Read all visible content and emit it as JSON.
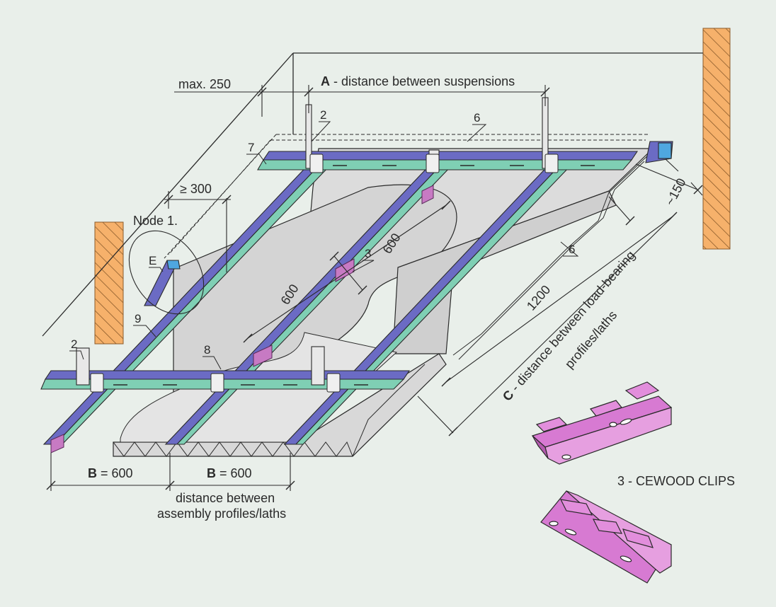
{
  "labels": {
    "max_250": "max. 250",
    "dim_a_letter": "A",
    "dim_a_text": " - distance between suspensions",
    "min_300": "≥ 300",
    "approx_150": "~150",
    "node1": "Node 1.",
    "e": "E",
    "n2_top": "2",
    "n6_top": "6",
    "n7": "7",
    "n3": "3",
    "n6_right": "6",
    "n9": "9",
    "n2_left": "2",
    "n8": "8",
    "d600_mid": "600",
    "d600_upper": "600",
    "d1200": "1200",
    "dim_c_letter": "C",
    "dim_c_text": " - distance between load-bearing",
    "dim_c_text2": "profiles/laths",
    "b1_letter": "B",
    "b1_value": " = 600",
    "b2_letter": "B",
    "b2_value": " = 600",
    "dist_b_line1": "distance between",
    "dist_b_line2": "assembly profiles/laths",
    "clips_caption": "3 - CEWOOD CLIPS"
  },
  "colors": {
    "background": "#e9efea",
    "profile_blue": "#6b6bc4",
    "profile_teal": "#7fcfb4",
    "board_grey": "#d9d9d9",
    "wall_orange": "#f6b16b",
    "clip_pink": "#d57fd0",
    "line": "#2a2a2a"
  }
}
